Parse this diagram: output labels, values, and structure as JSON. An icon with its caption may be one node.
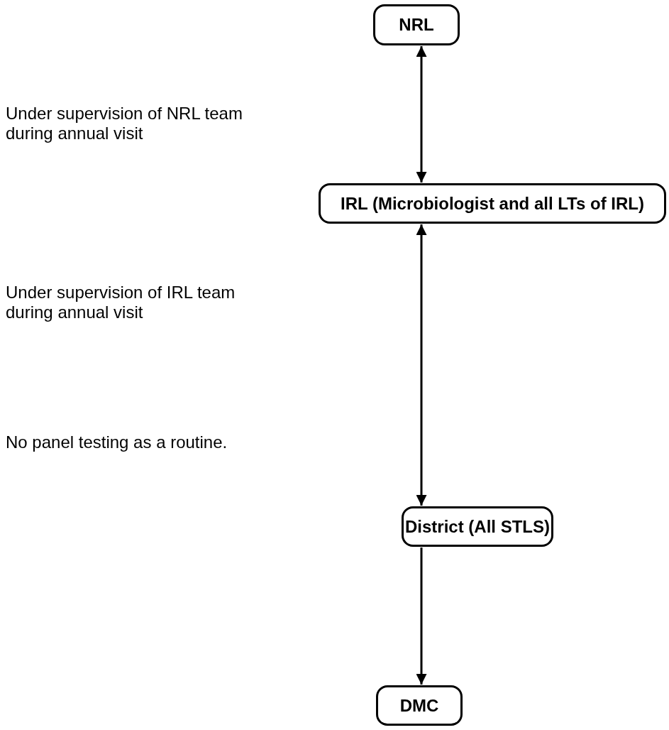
{
  "diagram": {
    "nodes": [
      {
        "text": [
          "NRL"
        ]
      },
      {
        "text": [
          "IRL (Microbiologist and all LTs of IRL)"
        ]
      },
      {
        "text": [
          "District (All STLS)"
        ]
      },
      {
        "text": [
          "DMC"
        ]
      }
    ],
    "edges": [
      {
        "from": 0,
        "to": 1,
        "arrow": "both"
      },
      {
        "from": 1,
        "to": 2,
        "arrow": "both"
      },
      {
        "from": 2,
        "to": 3,
        "arrow": "to"
      }
    ],
    "labels": [
      "Under supervision of NRL team during annual visit",
      "Under supervision of IRL team during annual visit",
      "No panel testing as a routine."
    ]
  }
}
